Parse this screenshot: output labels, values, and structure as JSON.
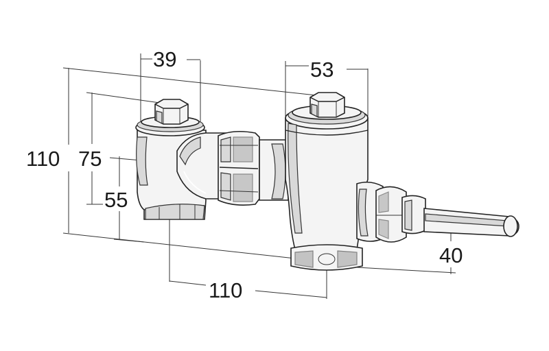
{
  "dimensions": {
    "top_left_width": "39",
    "top_right_width": "53",
    "overall_height": "110",
    "inlet_height": "75",
    "base_height": "55",
    "overall_length": "110",
    "handle_offset": "40"
  },
  "colors": {
    "line": "#222222",
    "body_fill": "#f4f4f4",
    "shade": "#d9d9d9"
  }
}
